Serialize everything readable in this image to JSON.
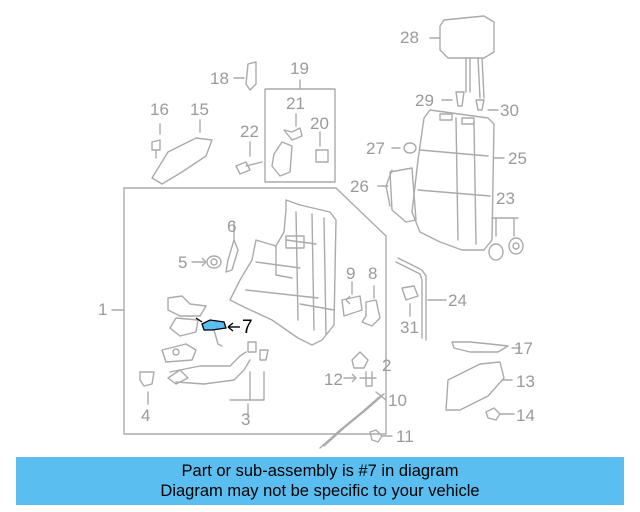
{
  "diagram": {
    "callouts": [
      "1",
      "2",
      "3",
      "4",
      "5",
      "6",
      "7",
      "8",
      "9",
      "10",
      "11",
      "12",
      "13",
      "14",
      "15",
      "16",
      "17",
      "18",
      "19",
      "20",
      "21",
      "22",
      "23",
      "24",
      "25",
      "26",
      "27",
      "28",
      "29",
      "30",
      "31"
    ],
    "highlighted_part": "7",
    "highlight_color": "#5bbef0",
    "line_color": "#aaaaaa"
  },
  "banner": {
    "line1": "Part or sub-assembly is #7 in diagram",
    "line2": "Diagram may not be specific to your vehicle",
    "background": "#5bbef0"
  }
}
